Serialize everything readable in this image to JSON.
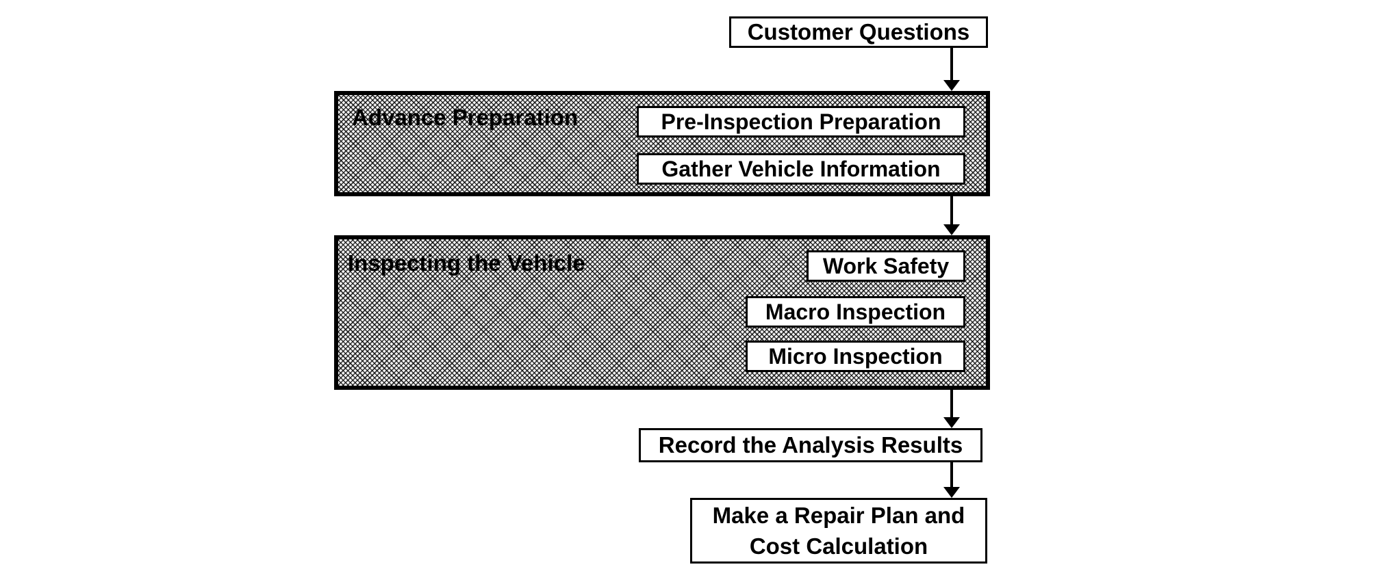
{
  "flowchart": {
    "nodes": {
      "customer_questions": "Customer Questions",
      "advance_preparation": {
        "label": "Advance Preparation",
        "steps": [
          "Pre-Inspection Preparation",
          "Gather Vehicle Information"
        ]
      },
      "inspecting_vehicle": {
        "label": "Inspecting the Vehicle",
        "steps": [
          "Work Safety",
          "Macro Inspection",
          "Micro Inspection"
        ]
      },
      "record_results": "Record the Analysis Results",
      "repair_plan": {
        "line1": "Make a Repair Plan and",
        "line2": "Cost Calculation"
      }
    },
    "edges": [
      "Customer Questions -> Advance Preparation",
      "Advance Preparation -> Inspecting the Vehicle",
      "Inspecting the Vehicle -> Record the Analysis Results",
      "Record the Analysis Results -> Make a Repair Plan and Cost Calculation"
    ],
    "colors": {
      "line": "#000000",
      "node_background": "#ffffff",
      "hatch_fill": "#c6c6c6"
    }
  }
}
